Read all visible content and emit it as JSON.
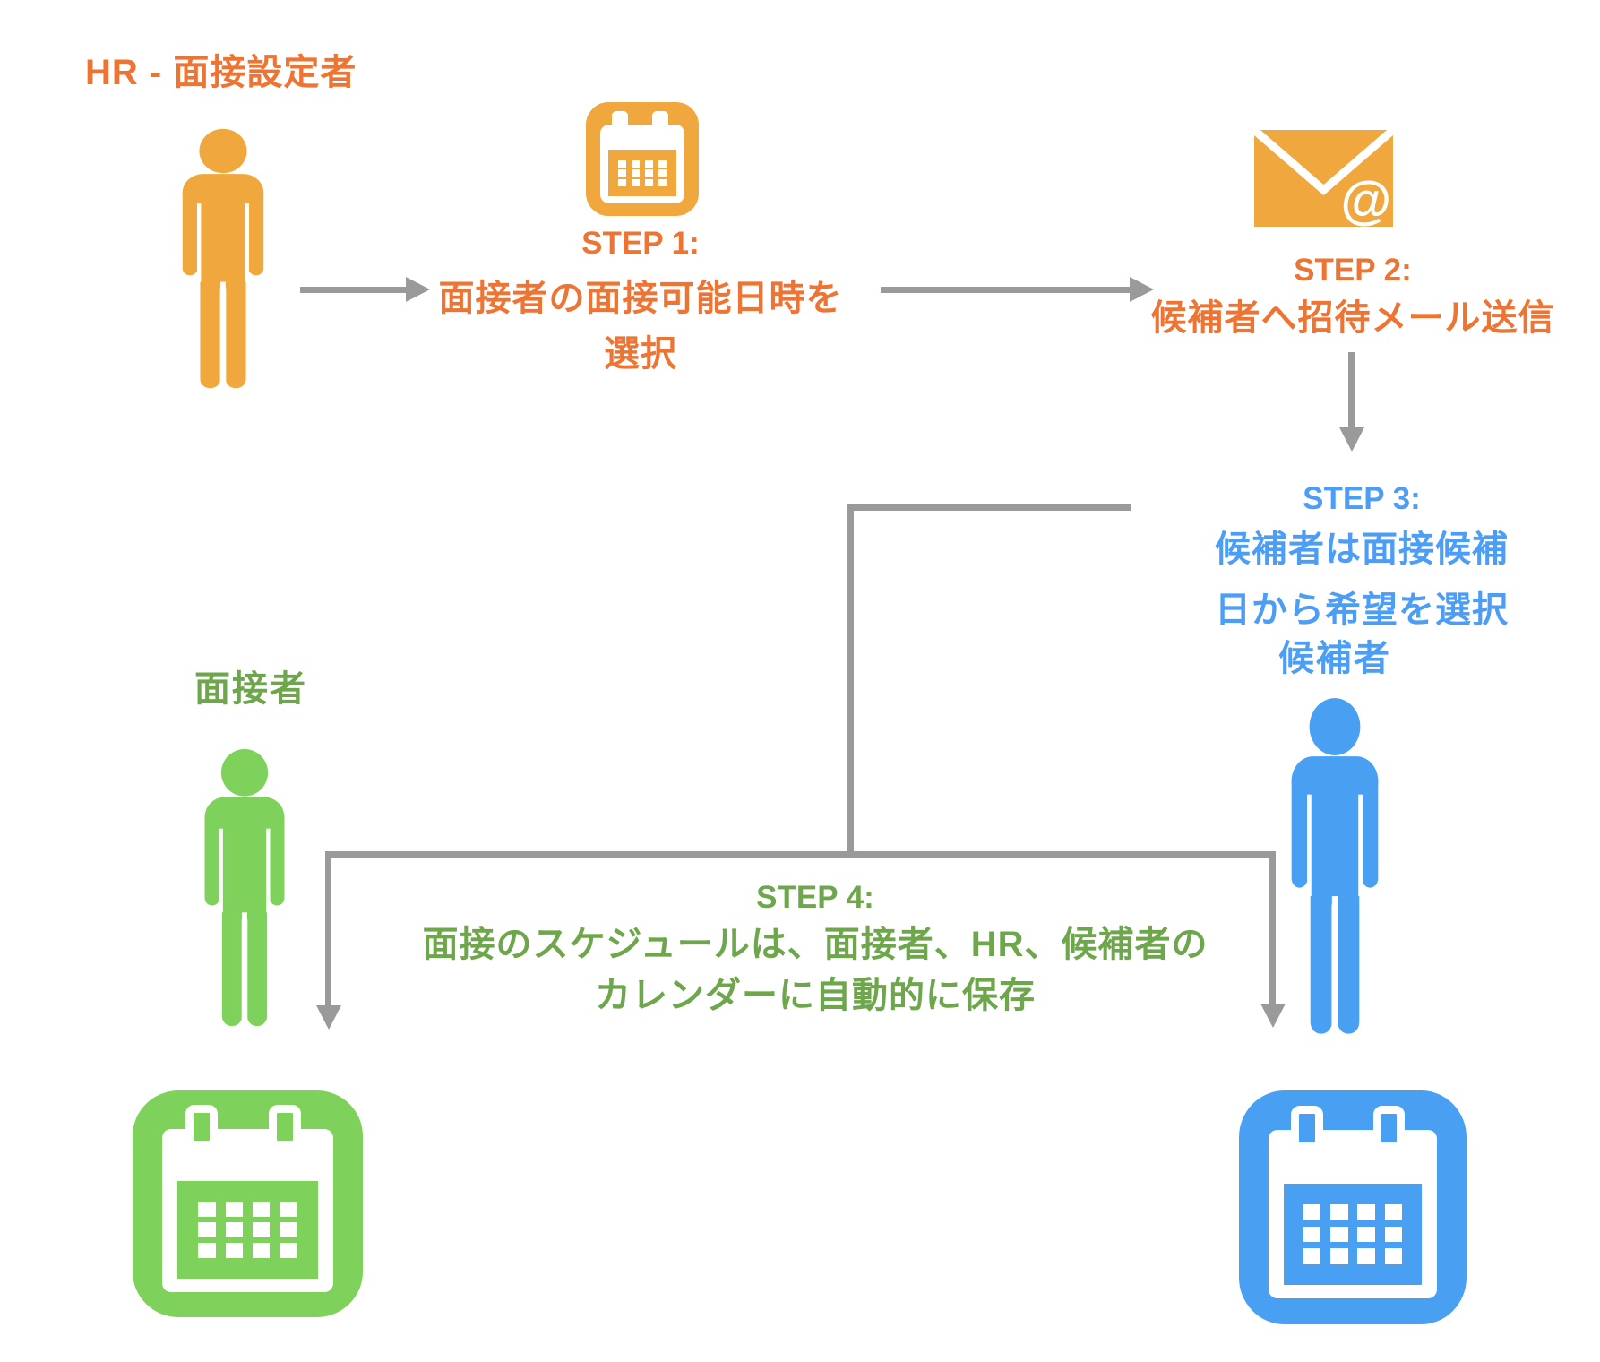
{
  "diagram": {
    "hr_label": "HR - 面接設定者",
    "interviewer_label": "面接者",
    "candidate_label": "候補者",
    "email_at_symbol": "@",
    "steps": {
      "step1": {
        "title": "STEP 1:",
        "line1": "面接者の面接可能日時を",
        "line2": "選択"
      },
      "step2": {
        "title": "STEP 2:",
        "line1": "候補者へ招待メール送信"
      },
      "step3": {
        "title": "STEP 3:",
        "line1": "候補者は面接候補",
        "line2": "日から希望を選択"
      },
      "step4": {
        "title": "STEP 4:",
        "line1": "面接のスケジュールは、面接者、HR、候補者の",
        "line2": "カレンダーに自動的に保存"
      }
    },
    "colors": {
      "orange_icon": "#F0A73E",
      "orange_text": "#ED7433",
      "green_icon": "#7ED25B",
      "green_text": "#6EA74B",
      "blue_icon": "#49A0F3",
      "blue_text": "#4C9DF5",
      "line_gray": "#9A9A9A"
    }
  }
}
